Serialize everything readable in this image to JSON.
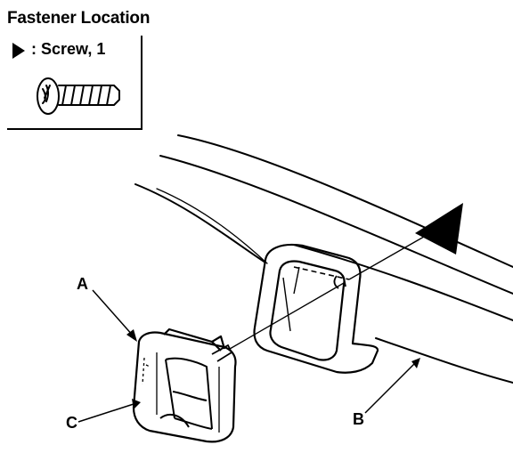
{
  "header": {
    "title": "Fastener Location"
  },
  "legend": {
    "marker_icon": "filled-triangle-marker",
    "label": ": Screw, 1"
  },
  "callouts": {
    "a": "A",
    "b": "B",
    "c": "C"
  }
}
